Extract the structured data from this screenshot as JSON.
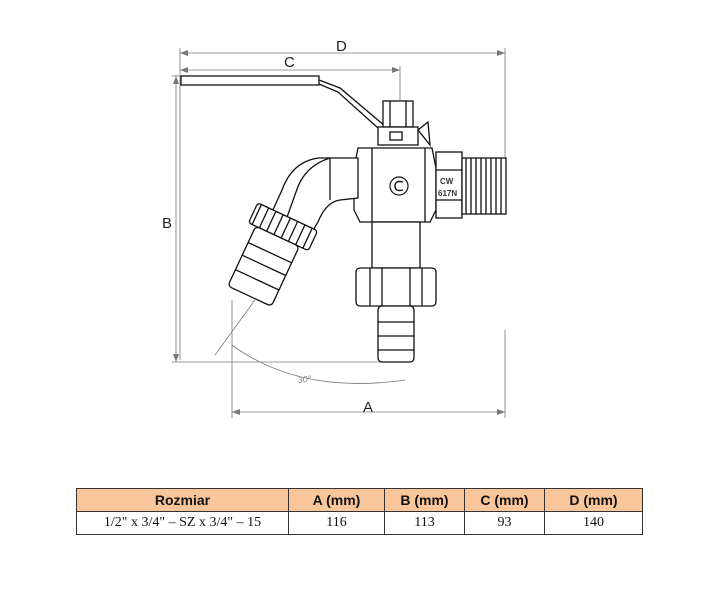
{
  "drawing": {
    "dimension_labels": {
      "a": "A",
      "b": "B",
      "c": "C",
      "d": "D"
    },
    "angle_label": "30°",
    "marking_line1": "CW",
    "marking_line2": "617N"
  },
  "table": {
    "headers": [
      "Rozmiar",
      "A (mm)",
      "B (mm)",
      "C (mm)",
      "D (mm)"
    ],
    "rows": [
      [
        "1/2\" x 3/4\" – SZ x 3/4\" – 15",
        "116",
        "113",
        "93",
        "140"
      ]
    ]
  }
}
